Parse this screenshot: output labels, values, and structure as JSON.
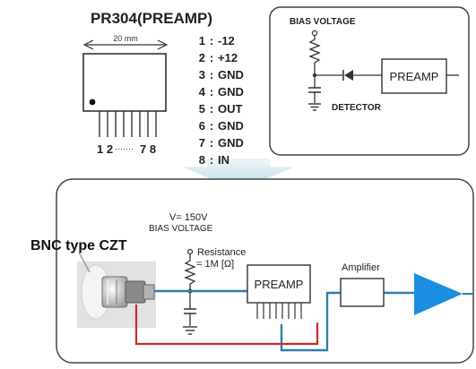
{
  "chip": {
    "title": "PR304(PREAMP)",
    "width_label": "20 mm",
    "pin_label_left": "1 2",
    "pin_label_dots": "·······",
    "pin_label_right": "7 8",
    "pins": [
      {
        "num": "1",
        "sep": ":",
        "name": "-12"
      },
      {
        "num": "2",
        "sep": ":",
        "name": "+12"
      },
      {
        "num": "3",
        "sep": ":",
        "name": "GND"
      },
      {
        "num": "4",
        "sep": ":",
        "name": "GND"
      },
      {
        "num": "5",
        "sep": ":",
        "name": "OUT"
      },
      {
        "num": "6",
        "sep": ":",
        "name": "GND"
      },
      {
        "num": "7",
        "sep": ":",
        "name": "GND"
      },
      {
        "num": "8",
        "sep": ":",
        "name": "IN"
      }
    ]
  },
  "schematic": {
    "bias_label": "BIAS VOLTAGE",
    "preamp_label": "PREAMP",
    "detector_label": "DETECTOR"
  },
  "setup": {
    "voltage_label": "V= 150V",
    "bias_label": "BIAS VOLTAGE",
    "resistance_label": "Resistance",
    "resistance_value": "= 1M [Ω]",
    "preamp_label": "PREAMP",
    "amplifier_label": "Amplifier",
    "detector_name": "BNC type CZT"
  },
  "colors": {
    "signal_wire": "#2f7fa8",
    "power_wire": "#cc2b2b",
    "amplifier_triangle": "#1a8ee0",
    "arrow": "#cfe3ec"
  }
}
